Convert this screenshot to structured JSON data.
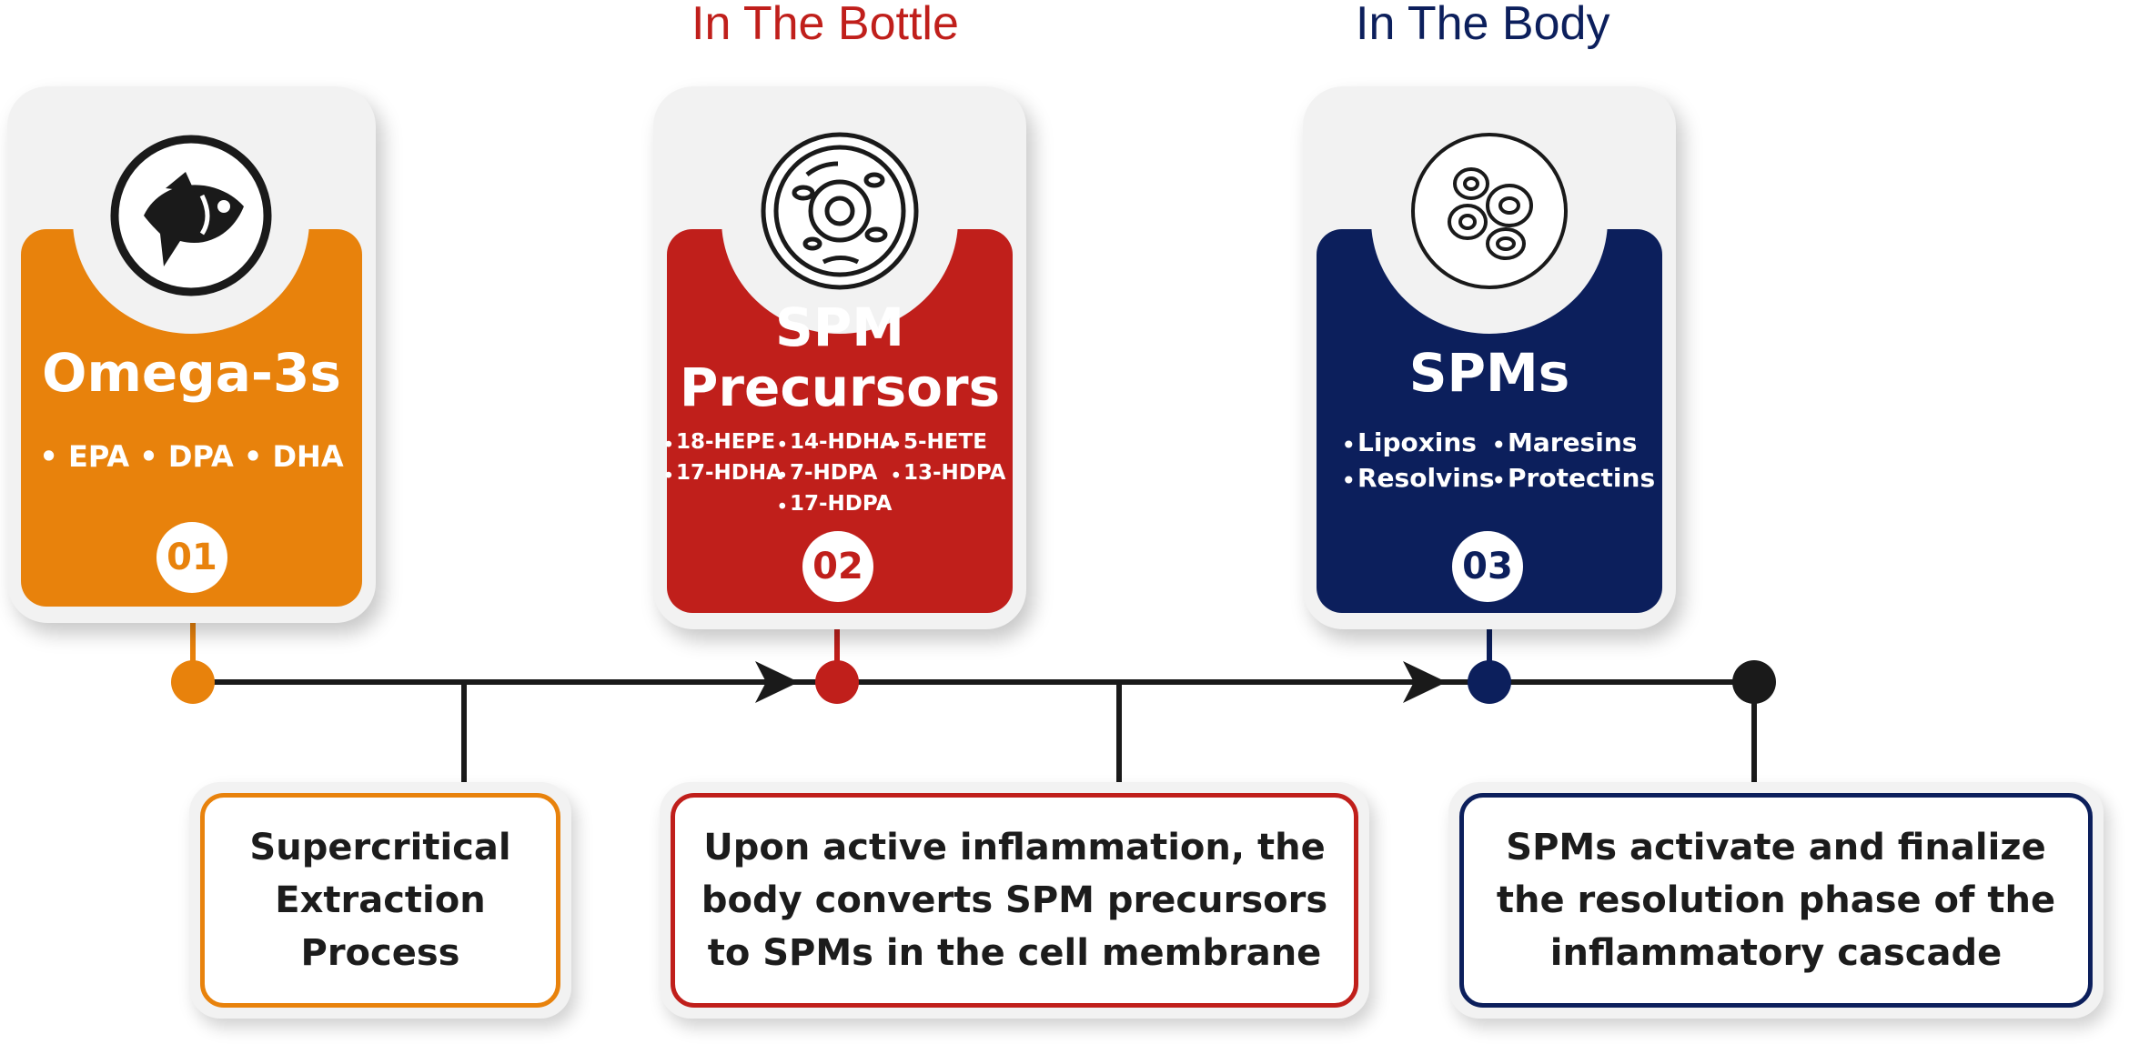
{
  "colors": {
    "orange": "#e8820c",
    "red": "#c01f1b",
    "navy": "#0c1f5c",
    "line": "#1a1a1a",
    "card_bg": "#f2f2f2"
  },
  "headings": {
    "bottle": "In The Bottle",
    "body": "In The Body"
  },
  "stages": [
    {
      "icon": "fish-icon",
      "title": "Omega-3s",
      "items": [
        "EPA",
        "DPA",
        "DHA"
      ],
      "number": "01"
    },
    {
      "icon": "cell-icon",
      "title_line1": "SPM",
      "title_line2": "Precursors",
      "items": [
        "18-HEPE",
        "14-HDHA",
        "5-HETE",
        "17-HDHA",
        "7-HDPA",
        "13-HDPA",
        "17-HDPA"
      ],
      "number": "02"
    },
    {
      "icon": "cells-cluster-icon",
      "title": "SPMs",
      "items": [
        "Lipoxins",
        "Maresins",
        "Resolvins",
        "Protectins"
      ],
      "number": "03"
    }
  ],
  "descriptions": [
    {
      "lines": [
        "Supercritical",
        "Extraction",
        "Process"
      ]
    },
    {
      "lines": [
        "Upon active inflammation, the",
        "body converts SPM precursors",
        "to SPMs in the cell membrane"
      ]
    },
    {
      "lines": [
        "SPMs activate and finalize",
        "the resolution phase of the",
        "inflammatory cascade"
      ]
    }
  ]
}
